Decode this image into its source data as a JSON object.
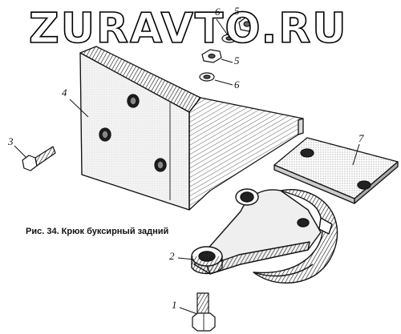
{
  "watermark": "ZURAVTO.RU",
  "caption": "Рис. 34. Крюк буксирный задний",
  "callouts": {
    "c1": "1",
    "c2": "2",
    "c3": "3",
    "c4": "4",
    "c5a": "5",
    "c5b": "5",
    "c6a": "6",
    "c6b": "6",
    "c7": "7"
  },
  "colors": {
    "line": "#111111",
    "paper": "#ffffff",
    "shade": "#555555"
  }
}
